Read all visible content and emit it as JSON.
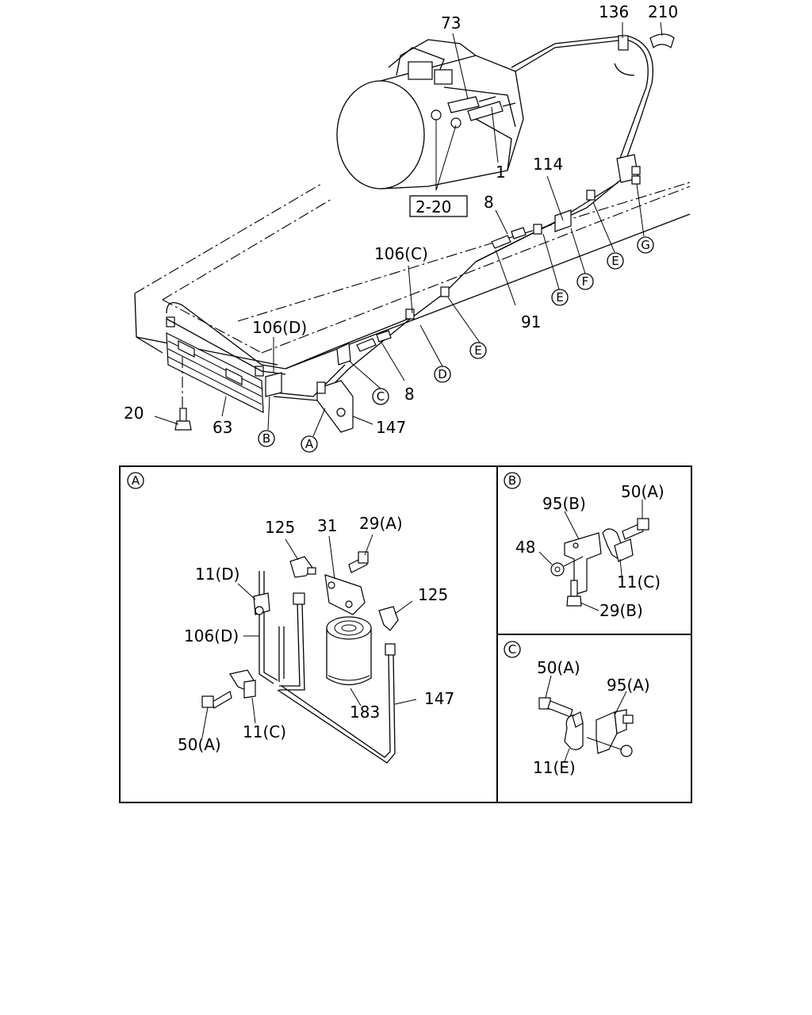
{
  "callouts": {
    "c73": "73",
    "c136": "136",
    "c210": "210",
    "c1": "1",
    "c114": "114",
    "c8a": "8",
    "c106c": "106(C)",
    "c91": "91",
    "c106d": "106(D)",
    "c8b": "8",
    "c20": "20",
    "c63": "63",
    "c147": "147",
    "ref220": "2-20"
  },
  "circled": {
    "g": "G",
    "e1": "E",
    "f": "F",
    "e2": "E",
    "e3": "E",
    "d": "D",
    "c": "C",
    "b": "B",
    "a": "A"
  },
  "detail_a": {
    "tag": "A",
    "p125a": "125",
    "p31": "31",
    "p29a": "29(A)",
    "p11d": "11(D)",
    "p125b": "125",
    "p106d": "106(D)",
    "p147": "147",
    "p183": "183",
    "p50a": "50(A)",
    "p11c": "11(C)"
  },
  "detail_b": {
    "tag": "B",
    "p95b": "95(B)",
    "p50a": "50(A)",
    "p48": "48",
    "p11c": "11(C)",
    "p29b": "29(B)"
  },
  "detail_c": {
    "tag": "C",
    "p50a": "50(A)",
    "p95a": "95(A)",
    "p11e": "11(E)"
  }
}
